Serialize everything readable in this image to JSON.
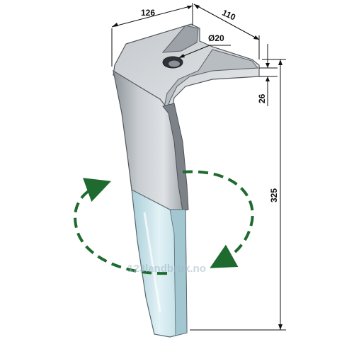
{
  "dimensions": {
    "width_top": "126",
    "depth_top": "110",
    "hole_diameter": "Ø20",
    "thickness": "26",
    "height": "325"
  },
  "watermark": "123landbruk.no",
  "colors": {
    "steel_light": "#d9dcdf",
    "steel_mid": "#a9aeb3",
    "steel_dark": "#6f757b",
    "carbide": "#c6e3ea",
    "arrow_green": "#1f6b2f",
    "line": "#111111"
  },
  "icons": {
    "rotation": "rotation-arrow-icon"
  }
}
